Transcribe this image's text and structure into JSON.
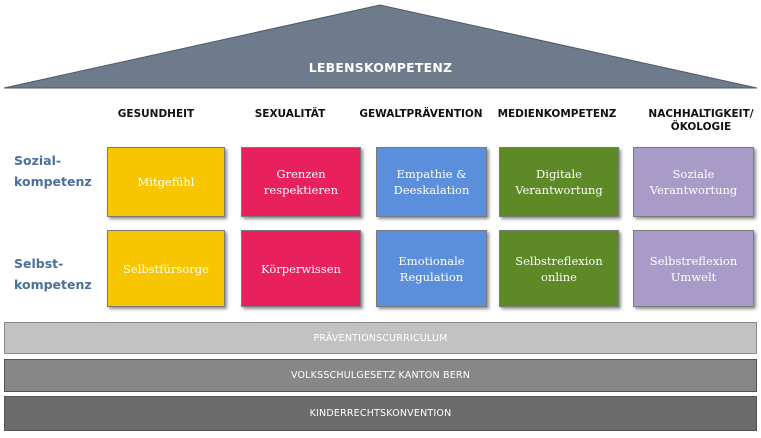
{
  "roof": {
    "title": "LEBENSKOMPETENZ",
    "color": "#6d7b8c"
  },
  "columns": [
    {
      "label": "GESUNDHEIT"
    },
    {
      "label": "SEXUALITÄT"
    },
    {
      "label": "GEWALTPRÄVENTION"
    },
    {
      "label": "MEDIENKOMPETENZ"
    },
    {
      "label": "NACHHALTIGKEIT/\nÖKOLOGIE"
    }
  ],
  "rows": [
    {
      "label": "Sozial-\nkompetenz"
    },
    {
      "label": "Selbst-\nkompetenz"
    }
  ],
  "cells": [
    [
      "Mitgefühl",
      "Grenzen\nrespektieren",
      "Empathie &\nDeeskalation",
      "Digitale\nVerantwortung",
      "Soziale\nVerantwortung"
    ],
    [
      "Selbstfürsorge",
      "Körperwissen",
      "Emotionale\nRegulation",
      "Selbstreflexion\nonline",
      "Selbstreflexion\nUmwelt"
    ]
  ],
  "column_colors": [
    "#f7c600",
    "#e8205e",
    "#5b8fdc",
    "#5d8a26",
    "#a89bc8"
  ],
  "foundation": [
    {
      "label": "PRÄVENTIONSCURRICULUM",
      "color": "#c2c2c2"
    },
    {
      "label": "VOLKSSCHULGESETZ KANTON BERN",
      "color": "#878787"
    },
    {
      "label": "KINDERRECHTSKONVENTION",
      "color": "#6b6b6b"
    }
  ]
}
